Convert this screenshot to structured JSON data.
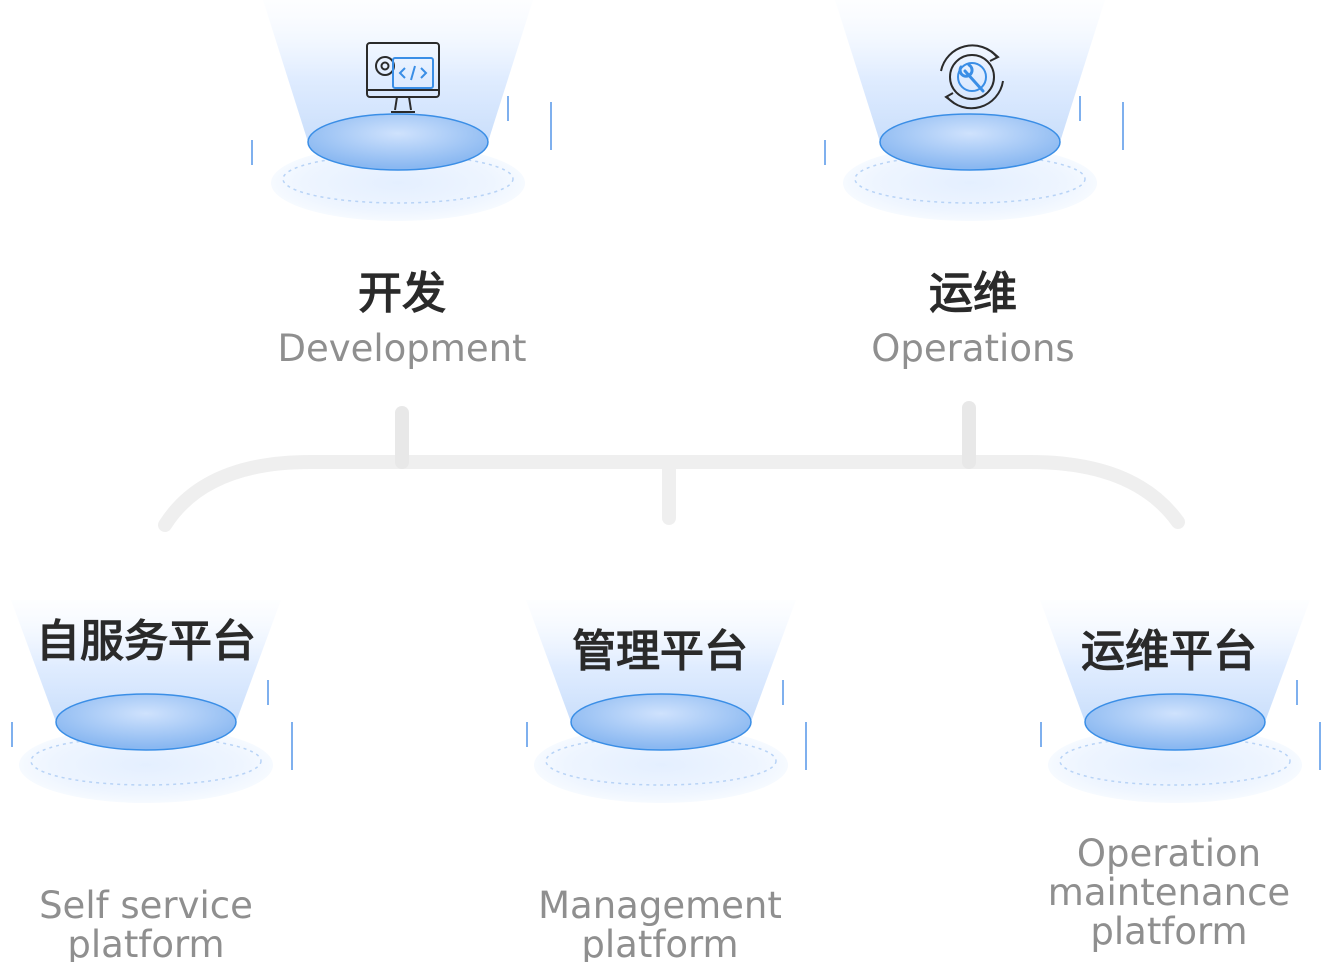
{
  "top_nodes": [
    {
      "cn": "开发",
      "en": "Development",
      "icon": "monitor-code-icon"
    },
    {
      "cn": "运维",
      "en": "Operations",
      "icon": "gear-wrench-cycle-icon"
    }
  ],
  "bottom_nodes": [
    {
      "cn": "自服务平台",
      "en": "Self service\nplatform"
    },
    {
      "cn": "管理平台",
      "en": "Management\nplatform"
    },
    {
      "cn": "运维平台",
      "en": "Operation\nmaintenance\nplatform"
    }
  ],
  "colors": {
    "accent": "#3a8ee6",
    "pedestal_top": "#8fbdf4",
    "glow": "#e9f2fd",
    "connector": "#efefef",
    "title_text": "#2a2a2a",
    "subtitle_text": "#8f8f8f"
  }
}
